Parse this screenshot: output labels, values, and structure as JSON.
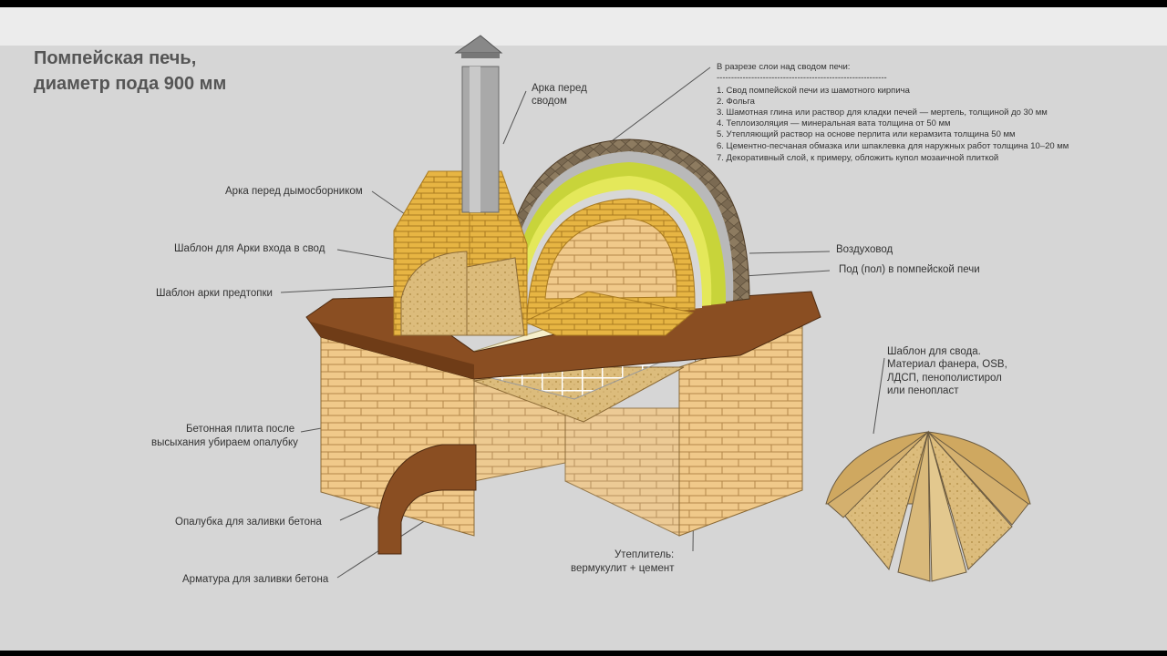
{
  "title": {
    "line1": "Помпейская печь,",
    "line2": "диаметр пода 900 мм"
  },
  "labels": {
    "arch_before_vault": [
      "Арка перед",
      "сводом"
    ],
    "arch_before_smoke": "Арка перед дымосборником",
    "template_entry_arch": "Шаблон для Арки входа в свод",
    "template_prefire_arch": "Шаблон арки предтопки",
    "concrete_slab": [
      "Бетонная плита после",
      "высыхания убираем опалубку"
    ],
    "formwork": "Опалубка для заливки бетона",
    "rebar": "Арматура для заливки бетона",
    "insulation": [
      "Утеплитель:",
      "вермукулит + цемент"
    ],
    "air_duct": "Воздуховод",
    "hearth": "Под (пол) в помпейской печи",
    "dome_template": [
      "Шаблон для свода.",
      "Материал фанера, OSB,",
      "ЛДСП, пенополистирол",
      "или пенопласт"
    ]
  },
  "legend": {
    "heading": "В разрезе слои над сводом печи:",
    "separator": "-----------------------------------------------------------",
    "items": [
      "1. Свод помпейской печи из шамотного кирпича",
      "2. Фольга",
      "3. Шамотная глина или раствор для кладки печей — мертель, толщиной до 30 мм",
      "4. Теплоизоляция — минеральная вата толщина от 50 мм",
      "5. Утепляющий раствор на основе перлита или керамзита толщина 50 мм",
      "6. Цементно-песчаная обмазка или шпаклевка для наружных работ толщина 10–20 мм",
      "7. Декоративный слой, к примеру, обложить купол мозаичной плиткой"
    ]
  },
  "colors": {
    "background": "#d6d6d6",
    "brick": "#f0c98a",
    "dark_brick": "#8a4e22",
    "yellow_brick": "#e8b640",
    "insulation_green": "#c8d43a",
    "foil": "#c9c9c9",
    "osb": "#d9b97a"
  }
}
